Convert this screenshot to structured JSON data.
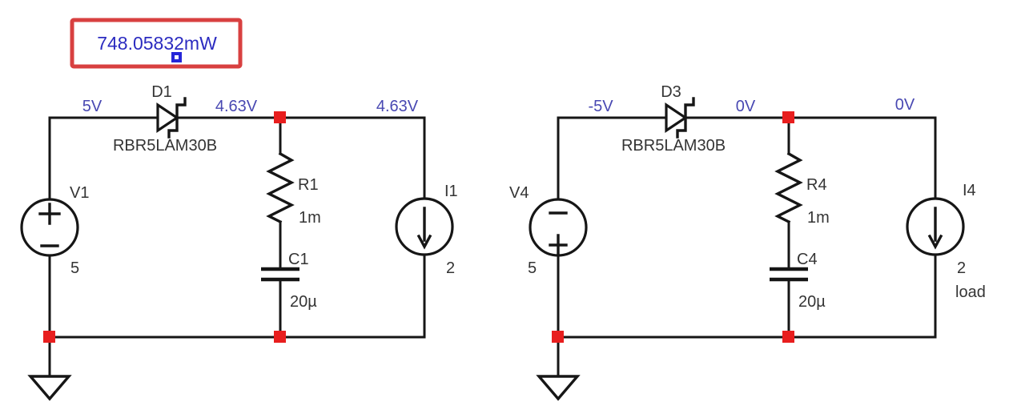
{
  "colors": {
    "wire": "#161616",
    "node_voltage": "#4848b2",
    "component_label": "#343434",
    "junction": "#e81e1e",
    "annotation_border": "#d84040",
    "annotation_text": "#2b2bc0",
    "marker": "#2626d8"
  },
  "annotation": {
    "power_reading": "748.05832mW"
  },
  "left": {
    "nodes": {
      "in": "5V",
      "out": "4.63V",
      "load": "4.63V"
    },
    "diode": {
      "ref": "D1",
      "model": "RBR5LAM30B"
    },
    "vsource": {
      "ref": "V1",
      "value": "5"
    },
    "resistor": {
      "ref": "R1",
      "value": "1m"
    },
    "capacitor": {
      "ref": "C1",
      "value": "20µ"
    },
    "isource": {
      "ref": "I1",
      "value": "2"
    }
  },
  "right": {
    "nodes": {
      "in": "-5V",
      "out": "0V",
      "load": "0V"
    },
    "diode": {
      "ref": "D3",
      "model": "RBR5LAM30B"
    },
    "vsource": {
      "ref": "V4",
      "value": "5"
    },
    "resistor": {
      "ref": "R4",
      "value": "1m"
    },
    "capacitor": {
      "ref": "C4",
      "value": "20µ"
    },
    "isource": {
      "ref": "I4",
      "value": "2",
      "tag": "load"
    }
  }
}
